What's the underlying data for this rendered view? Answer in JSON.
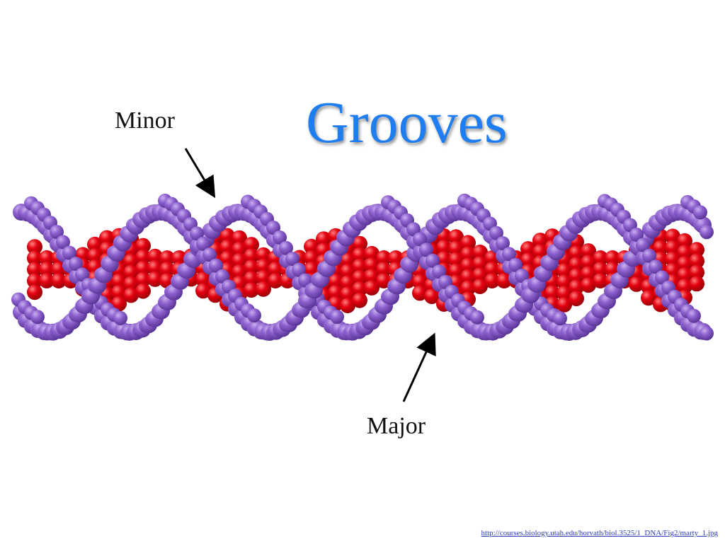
{
  "title": "Grooves",
  "labels": {
    "minor": "Minor",
    "major": "Major"
  },
  "source_link": "http://courses.biology.utah.edu/horvath/biol.3525/1_DNA/Fig2/marty_1.jpg",
  "colors": {
    "title": "#1e7df0",
    "backbone": "#8a5cc8",
    "bases": "#e00010",
    "text": "#111111",
    "link": "#2a3fb5"
  }
}
